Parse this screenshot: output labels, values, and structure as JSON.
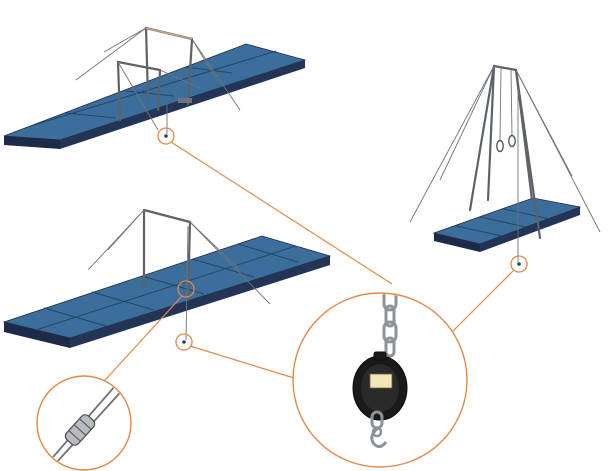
{
  "colors": {
    "mat_top": "#3c6e9c",
    "mat_top_light": "#4a7fb0",
    "mat_side": "#1d2b48",
    "mat_seam": "#21456a",
    "mat_dot": "#d23a1c",
    "steel": "#6e7479",
    "steel_dark": "#3a3f44",
    "callout": "#e0894a",
    "rail": "#c8a27a",
    "hook_body": "#1a1a1a",
    "plate": "#f2e6b8"
  },
  "parts": {
    "top_apparatus": "uneven-bars-on-mat",
    "middle_apparatus": "horizontal-bar-on-mat",
    "right_apparatus": "rings-frame-on-mat",
    "detail_left": "cable-tensioner-detail",
    "detail_right": "floor-anchor-hook-detail"
  }
}
